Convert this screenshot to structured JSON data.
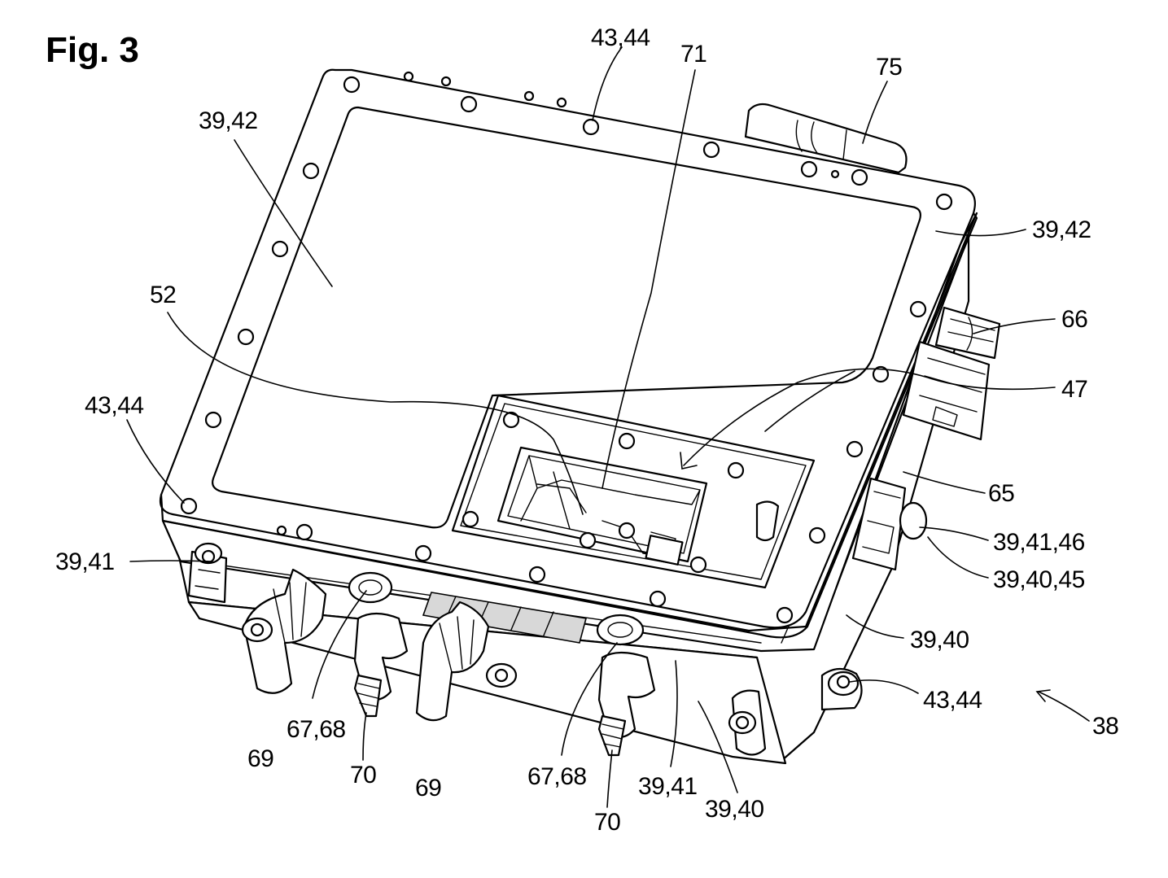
{
  "figure": {
    "title": "Fig. 3"
  },
  "labels": {
    "l_4344_top": "43,44",
    "l_71": "71",
    "l_75": "75",
    "l_3942_left": "39,42",
    "l_3942_right": "39,42",
    "l_52": "52",
    "l_66": "66",
    "l_47": "47",
    "l_4344_left": "43,44",
    "l_65": "65",
    "l_394146": "39,41,46",
    "l_394045": "39,40,45",
    "l_3941_left": "39,41",
    "l_3940_right": "39,40",
    "l_4344_bottomright": "43,44",
    "l_38": "38",
    "l_69_a": "69",
    "l_6768_a": "67,68",
    "l_70_a": "70",
    "l_69_b": "69",
    "l_6768_b": "67,68",
    "l_70_b": "70",
    "l_3941_bottom": "39,41",
    "l_3940_bottom": "39,40"
  }
}
